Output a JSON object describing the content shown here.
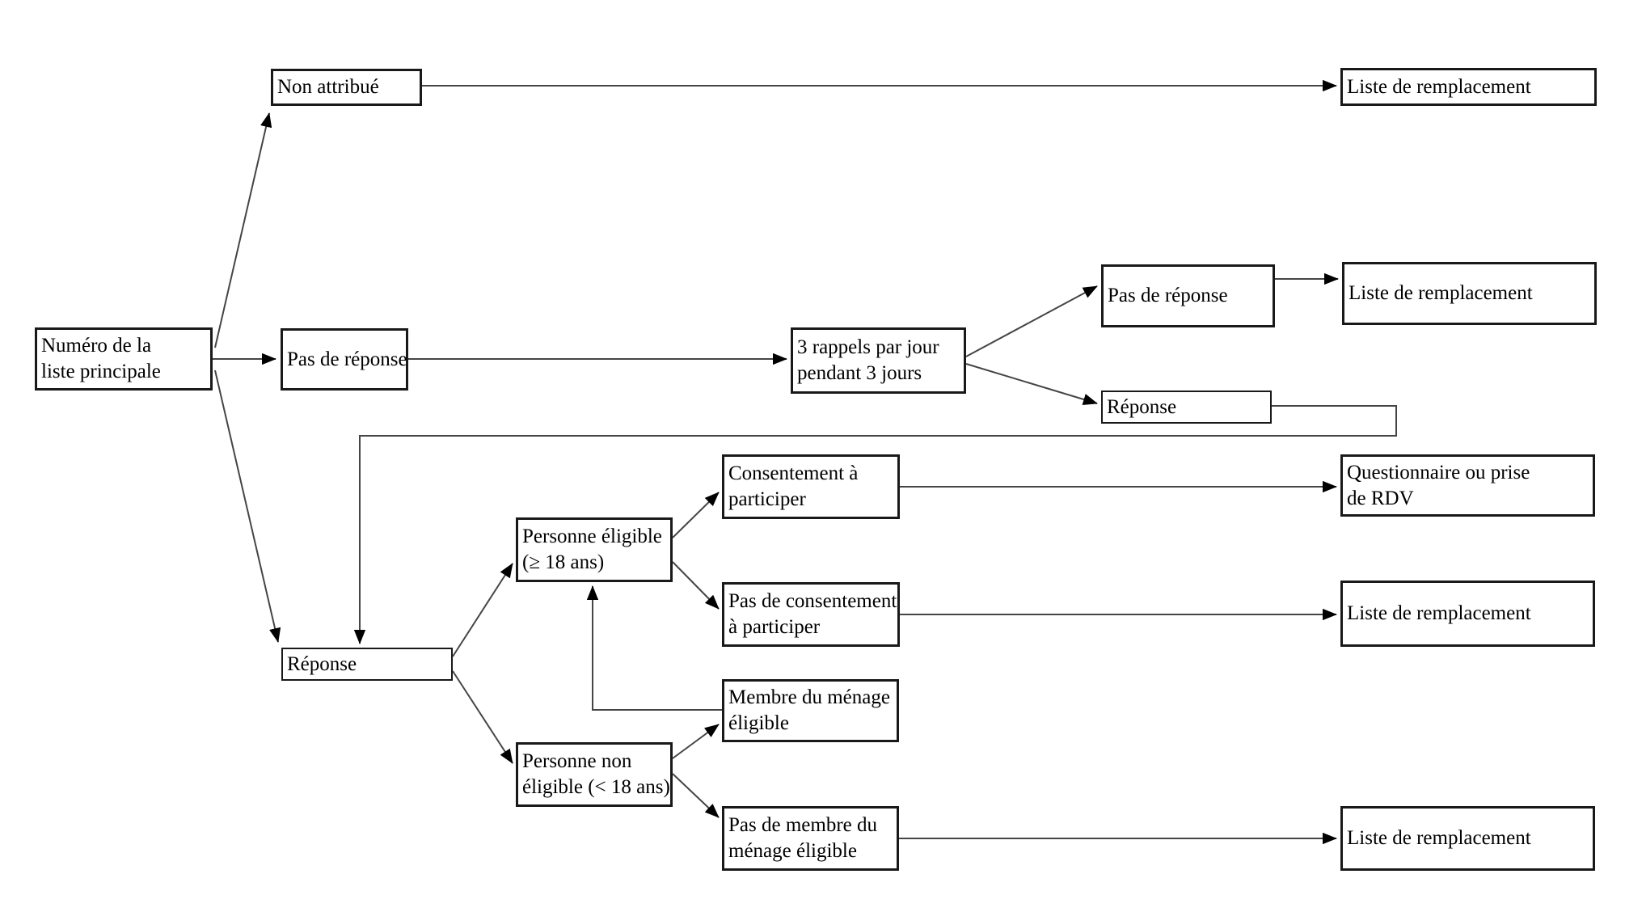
{
  "diagram": {
    "description": "Organigramme d'attribution des numéros de la liste principale d'une enquête téléphonique",
    "colors": {
      "background": "#ffffff",
      "box_fill": "#ffffff",
      "box_border": "#191919",
      "line": "#454545",
      "arrowhead": "#000000",
      "text": "#000000"
    },
    "nodes": {
      "numero": {
        "label": [
          "Numéro de la",
          "liste principale"
        ]
      },
      "non_attribue": {
        "label": "Non attribué"
      },
      "liste_de_remplacement_1": {
        "label": "Liste de remplacement"
      },
      "pas_de_reponse_1": {
        "label": "Pas de réponse"
      },
      "rappels": {
        "label": [
          "3 rappels par jour",
          "pendant 3 jours"
        ]
      },
      "pas_de_reponse_2": {
        "label": "Pas de réponse"
      },
      "liste_de_remplacement_2": {
        "label": "Liste de remplacement"
      },
      "reponse_rappels": {
        "label": "Réponse"
      },
      "reponse_principale": {
        "label": "Réponse"
      },
      "personne_eligible": {
        "label": [
          "Personne éligible",
          "(≥ 18 ans)"
        ]
      },
      "consentement": {
        "label": [
          "Consentement à",
          "participer"
        ]
      },
      "questionnaire": {
        "label": [
          "Questionnaire ou prise",
          "de RDV"
        ]
      },
      "pas_de_consentement": {
        "label": [
          "Pas de consentement",
          "à participer"
        ]
      },
      "liste_de_remplacement_3": {
        "label": "Liste de remplacement"
      },
      "personne_non_eligible": {
        "label": [
          "Personne non",
          "éligible (< 18 ans)"
        ]
      },
      "membre_menage_eligible": {
        "label": [
          "Membre du ménage",
          "éligible"
        ]
      },
      "pas_membre_menage": {
        "label": [
          "Pas de membre du",
          "ménage éligible"
        ]
      },
      "liste_de_remplacement_4": {
        "label": "Liste de remplacement"
      }
    },
    "edges": [
      {
        "from": "numero",
        "to": "non_attribue"
      },
      {
        "from": "numero",
        "to": "pas_de_reponse_1"
      },
      {
        "from": "numero",
        "to": "reponse_principale"
      },
      {
        "from": "non_attribue",
        "to": "liste_de_remplacement_1"
      },
      {
        "from": "pas_de_reponse_1",
        "to": "rappels"
      },
      {
        "from": "rappels",
        "to": "pas_de_reponse_2"
      },
      {
        "from": "rappels",
        "to": "reponse_rappels"
      },
      {
        "from": "pas_de_reponse_2",
        "to": "liste_de_remplacement_2"
      },
      {
        "from": "reponse_rappels",
        "to": "reponse_principale"
      },
      {
        "from": "reponse_principale",
        "to": "personne_eligible"
      },
      {
        "from": "reponse_principale",
        "to": "personne_non_eligible"
      },
      {
        "from": "personne_eligible",
        "to": "consentement"
      },
      {
        "from": "personne_eligible",
        "to": "pas_de_consentement"
      },
      {
        "from": "consentement",
        "to": "questionnaire"
      },
      {
        "from": "pas_de_consentement",
        "to": "liste_de_remplacement_3"
      },
      {
        "from": "personne_non_eligible",
        "to": "membre_menage_eligible"
      },
      {
        "from": "personne_non_eligible",
        "to": "pas_membre_menage"
      },
      {
        "from": "membre_menage_eligible",
        "to": "personne_eligible"
      },
      {
        "from": "pas_membre_menage",
        "to": "liste_de_remplacement_4"
      }
    ]
  }
}
